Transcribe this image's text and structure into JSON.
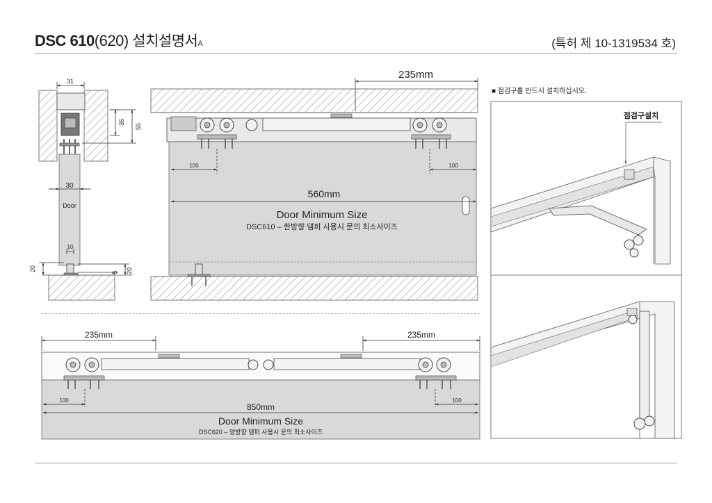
{
  "header": {
    "model": "DSC 610",
    "model_alt": "(620)",
    "doc_type": "설치설명서",
    "revision": "A",
    "patent": "(특허 제 10-1319534 호)"
  },
  "side_section": {
    "dim_top_width": "31",
    "dim_35": "35",
    "dim_55": "55",
    "door_thickness": "30",
    "door_label": "Door",
    "guide_width": "10",
    "dim_20_left": "20",
    "dim_20_right": "20",
    "dim_5": "5"
  },
  "single_door": {
    "dim_damper": "235mm",
    "dim_100_left": "100",
    "dim_100_right": "100",
    "dim_min_width": "560mm",
    "label_min_size": "Door Minimum Size",
    "label_desc": "DSC610 – 한방향 댐퍼 사용시 문의 최소사이즈"
  },
  "double_door": {
    "dim_damper_left": "235mm",
    "dim_damper_right": "235mm",
    "dim_100_left": "100",
    "dim_100_right": "100",
    "dim_min_width": "850mm",
    "label_min_size": "Door Minimum Size",
    "label_desc": "DSC620 – 양방향 댐퍼 사용시 문의 최소사이즈"
  },
  "perspective": {
    "note": "■  점검구를 반드시 설치하십시오.",
    "inspection_label": "점검구설치"
  }
}
